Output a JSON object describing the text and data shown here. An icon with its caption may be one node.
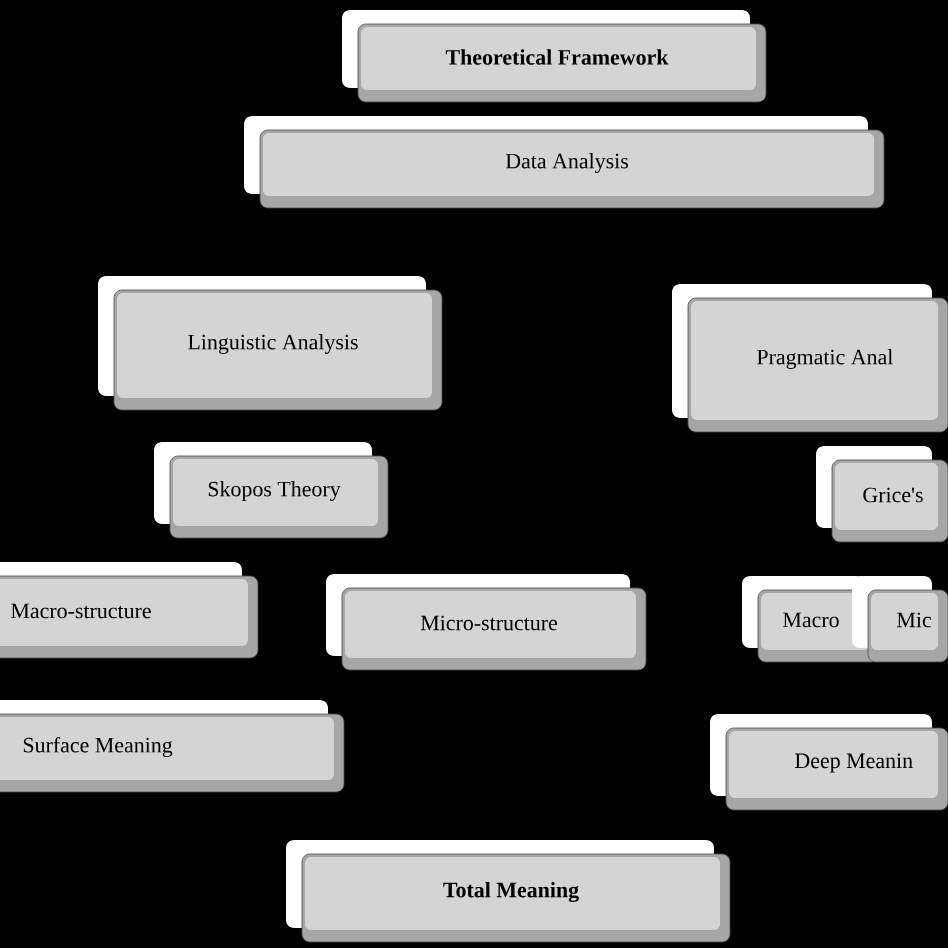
{
  "diagram": {
    "nodes": [
      {
        "text": [
          "Theoretical Framework"
        ]
      },
      {
        "text": [
          "Data Analysis"
        ]
      },
      {
        "text": [
          "Linguistic Analysis"
        ]
      },
      {
        "text": [
          "Pragmatic Anal"
        ]
      },
      {
        "text": [
          "Skopos Theory"
        ]
      },
      {
        "text": [
          "Grice's"
        ]
      },
      {
        "text": [
          "Macro-structure"
        ]
      },
      {
        "text": [
          "Micro-structure"
        ]
      },
      {
        "text": [
          "Macro"
        ]
      },
      {
        "text": [
          "Mic"
        ]
      },
      {
        "text": [
          "Surface Meaning"
        ]
      },
      {
        "text": [
          "Deep Meanin"
        ]
      },
      {
        "text": [
          "Total Meaning"
        ]
      }
    ]
  }
}
